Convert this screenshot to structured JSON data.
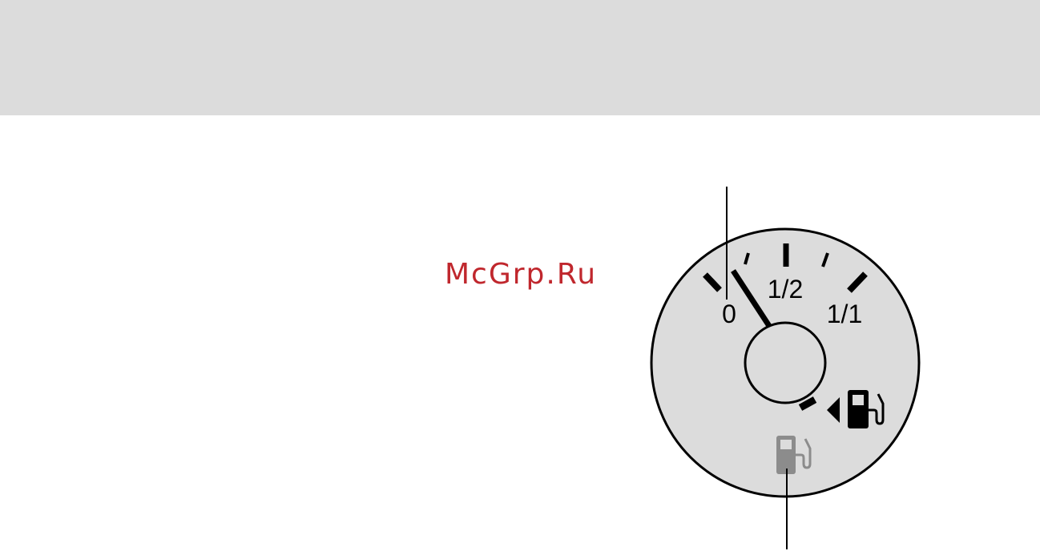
{
  "watermark": {
    "text": "McGrp.Ru"
  },
  "gauge": {
    "scale_labels": {
      "empty": "0",
      "half": "1/2",
      "full": "1/1"
    },
    "needle_level": 0.0,
    "icons": [
      "fuel-pump-icon",
      "fuel-warning-light-icon",
      "fuel-door-side-arrow-icon"
    ],
    "colors": {
      "header_band": "#dcdcdc",
      "dial_face": "#dcdcdc",
      "ink": "#000000",
      "warning_icon": "#8c8c8c",
      "watermark": "#c0272d"
    }
  }
}
